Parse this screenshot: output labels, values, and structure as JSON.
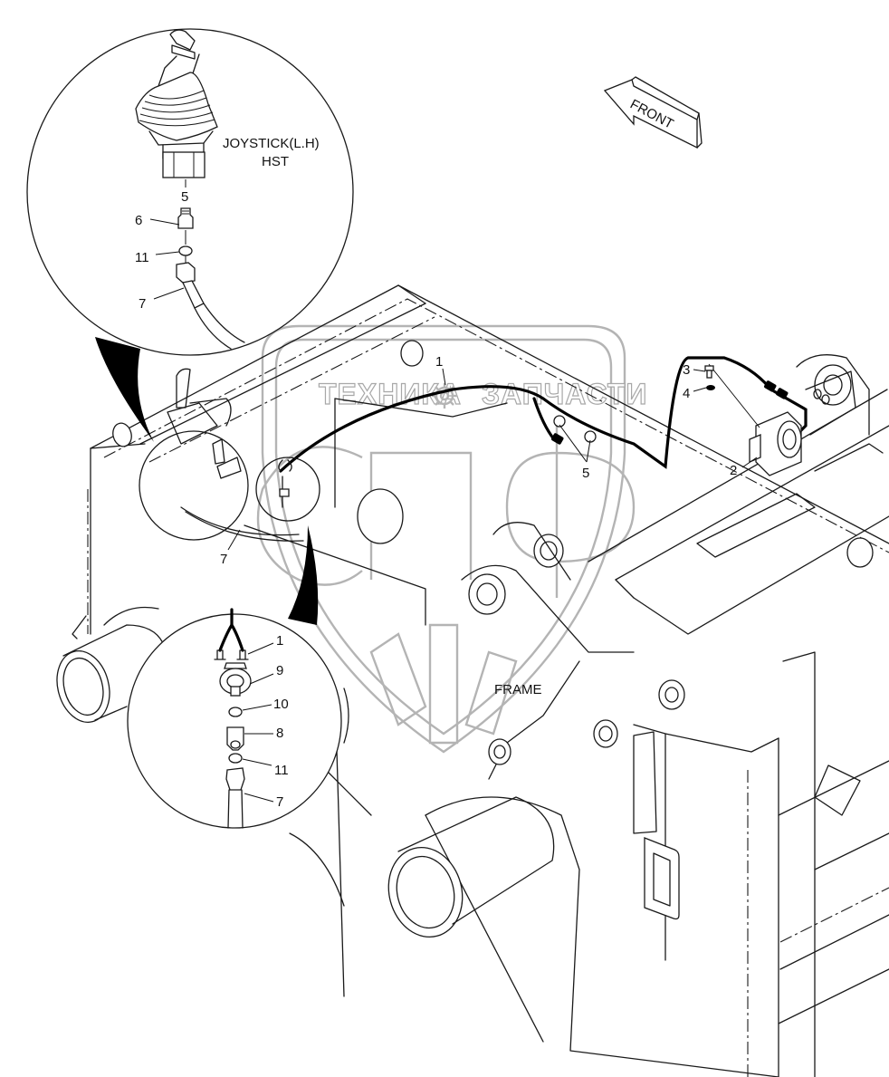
{
  "diagram": {
    "title_labels": {
      "joystick_line1": "JOYSTICK(L.H)",
      "joystick_line2": "HST",
      "frame": "FRAME",
      "front": "FRONT"
    },
    "watermark": {
      "left_text": "ТЕХНИКА",
      "right_text": "ЗАПЧАСТИ",
      "logo_text": "спф",
      "gear_icon": "gear-icon"
    },
    "callouts": {
      "top_detail": [
        {
          "id": "5",
          "part": "joystick port"
        },
        {
          "id": "6",
          "part": "adapter fitting"
        },
        {
          "id": "11",
          "part": "o-ring"
        },
        {
          "id": "7",
          "part": "hose"
        }
      ],
      "main_view": [
        {
          "id": "1",
          "part": "wire harness"
        },
        {
          "id": "2",
          "part": "alarm / buzzer"
        },
        {
          "id": "3",
          "part": "bolt"
        },
        {
          "id": "4",
          "part": "washer"
        },
        {
          "id": "5",
          "part": "cable clamps"
        },
        {
          "id": "7",
          "part": "hose"
        }
      ],
      "bottom_detail": [
        {
          "id": "1",
          "part": "wire terminals"
        },
        {
          "id": "9",
          "part": "pressure switch"
        },
        {
          "id": "10",
          "part": "o-ring"
        },
        {
          "id": "8",
          "part": "adapter"
        },
        {
          "id": "11",
          "part": "o-ring"
        },
        {
          "id": "7",
          "part": "hose"
        }
      ]
    },
    "colors": {
      "line": "#1a1a1a",
      "watermark": "#b4b4b4",
      "background": "#ffffff"
    }
  }
}
